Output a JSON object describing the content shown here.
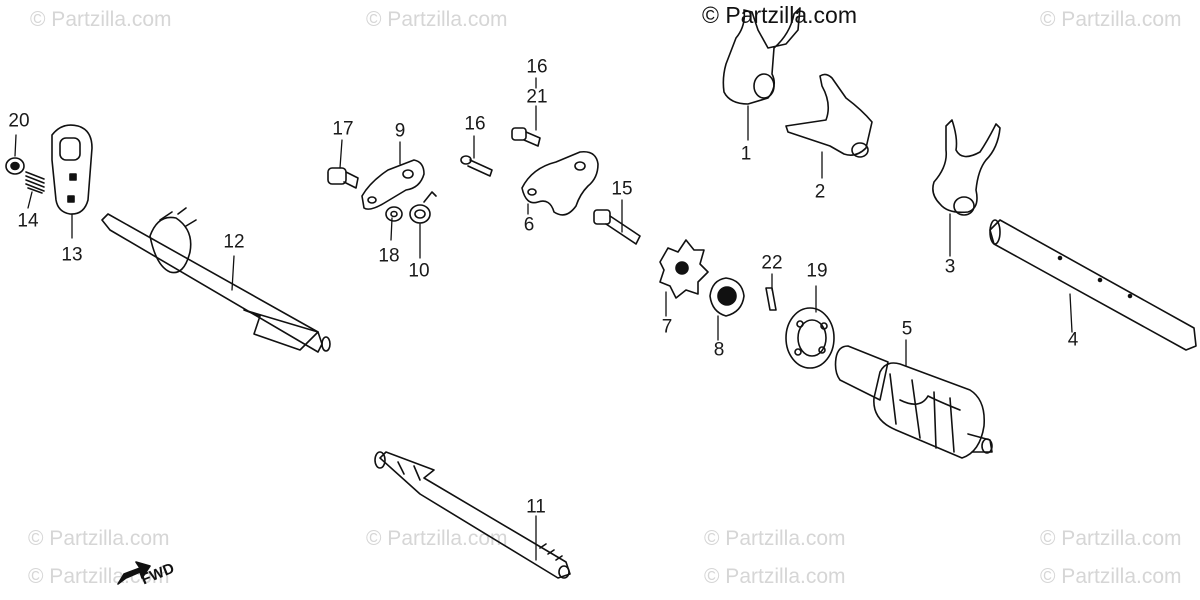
{
  "watermark_text": "© Partzilla.com",
  "copyright_text": "© Partzilla.com",
  "forward_marker": "FWD",
  "part_labels": [
    {
      "id": "p1",
      "text": "1"
    },
    {
      "id": "p2",
      "text": "2"
    },
    {
      "id": "p3",
      "text": "3"
    },
    {
      "id": "p4",
      "text": "4"
    },
    {
      "id": "p5",
      "text": "5"
    },
    {
      "id": "p6",
      "text": "6"
    },
    {
      "id": "p7",
      "text": "7"
    },
    {
      "id": "p8",
      "text": "8"
    },
    {
      "id": "p9",
      "text": "9"
    },
    {
      "id": "p10",
      "text": "10"
    },
    {
      "id": "p11",
      "text": "11"
    },
    {
      "id": "p12",
      "text": "12"
    },
    {
      "id": "p13",
      "text": "13"
    },
    {
      "id": "p14",
      "text": "14"
    },
    {
      "id": "p15",
      "text": "15"
    },
    {
      "id": "p16a",
      "text": "16"
    },
    {
      "id": "p16b",
      "text": "16"
    },
    {
      "id": "p17",
      "text": "17"
    },
    {
      "id": "p18",
      "text": "18"
    },
    {
      "id": "p19",
      "text": "19"
    },
    {
      "id": "p20",
      "text": "20"
    },
    {
      "id": "p21",
      "text": "21"
    },
    {
      "id": "p22",
      "text": "22"
    }
  ]
}
